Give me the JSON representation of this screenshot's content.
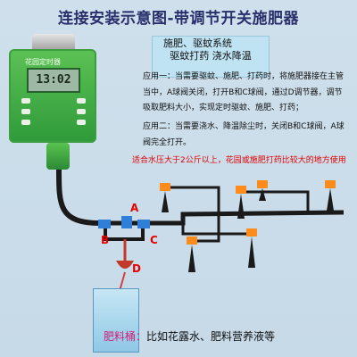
{
  "title": "连接安装示意图-带调节开关施肥器",
  "system_box": {
    "line1": "施肥、驱蚊系统",
    "line2": "驱蚊打药  浇水降温"
  },
  "para1": "应用一：当需要驱蚊、施肥、打药时，将施肥器接在主管当中，A球阀关闭，打开B和C球阀，通过D调节器，调节吸取肥料大小，实现定时驱蚊、施肥、打药；",
  "para2": "应用二：当需要浇水、降温除尘时，关闭B和C球阀，A球阀完全打开。",
  "warning": "适合水压大于2公斤以上，花园或施肥打药比较大的地方使用",
  "timer": {
    "label": "花园定时器",
    "display": "13:02"
  },
  "labels": {
    "a": "A",
    "b": "B",
    "c": "C",
    "d": "D"
  },
  "bucket": {
    "label_prefix": "肥料桶：",
    "label_text": "比如花露水、肥料营养液等"
  },
  "colors": {
    "title": "#2a2f6b",
    "warning": "#e00000",
    "letters": "#e60000",
    "timer_green": "#3aa845",
    "pipe": "#1a1a1a",
    "emitter": "#ff8c1a"
  }
}
